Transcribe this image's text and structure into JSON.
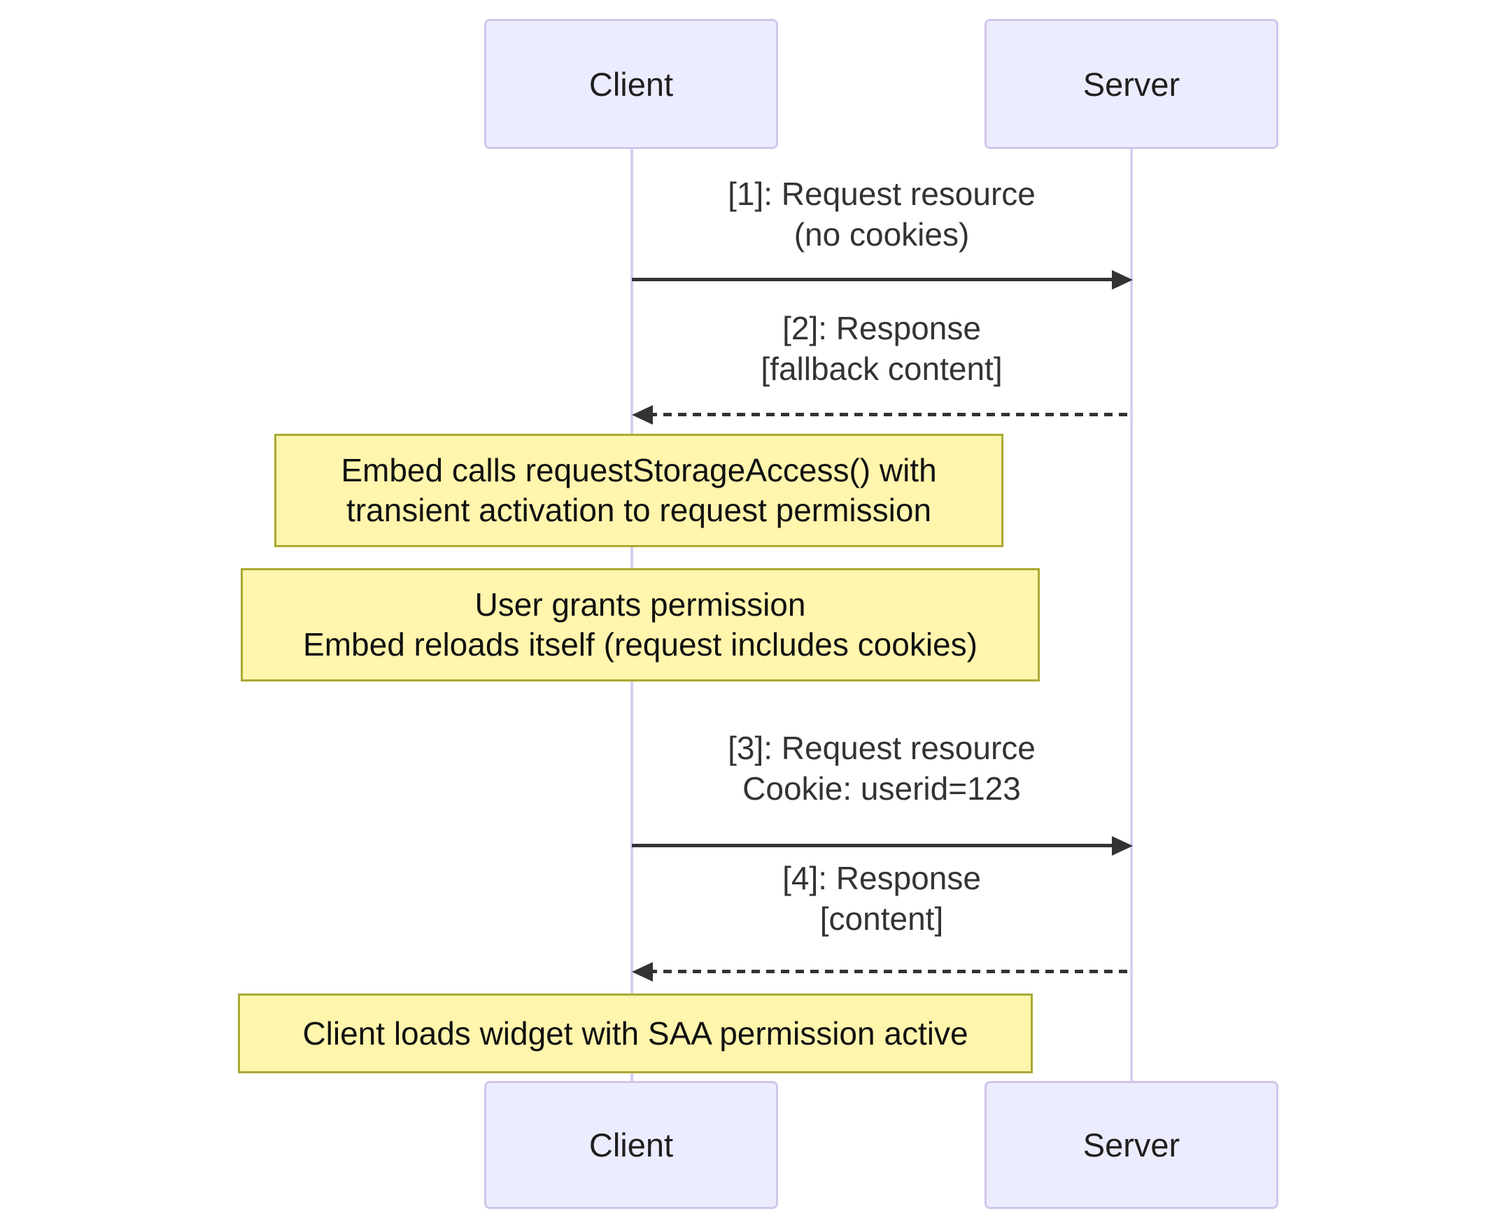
{
  "diagram_type": "sequence-diagram",
  "actors": {
    "client": {
      "label": "Client"
    },
    "server": {
      "label": "Server"
    }
  },
  "messages": [
    {
      "id": "1",
      "line1": "[1]: Request resource",
      "line2": "(no cookies)",
      "style": "solid",
      "from": "client",
      "to": "server"
    },
    {
      "id": "2",
      "line1": "[2]: Response",
      "line2": "[fallback content]",
      "style": "dashed",
      "from": "server",
      "to": "client"
    },
    {
      "id": "3",
      "line1": "[3]: Request resource",
      "line2": "Cookie: userid=123",
      "style": "solid",
      "from": "client",
      "to": "server"
    },
    {
      "id": "4",
      "line1": "[4]: Response",
      "line2": "[content]",
      "style": "dashed",
      "from": "server",
      "to": "client"
    }
  ],
  "notes": [
    {
      "line1": "Embed calls requestStorageAccess() with",
      "line2": "transient activation to request permission"
    },
    {
      "line1": "User grants permission",
      "line2": "Embed reloads itself (request includes cookies)"
    },
    {
      "line1": "Client loads widget with SAA permission active",
      "line2": ""
    }
  ],
  "colors": {
    "actor_fill": "#ECECFF",
    "actor_border": "#CFC6EA",
    "lifeline": "#D9CDF2",
    "note_fill": "#FFF5AD",
    "note_border": "#AAAA33",
    "message_ink": "#333333",
    "background": "#FFFFFF"
  }
}
